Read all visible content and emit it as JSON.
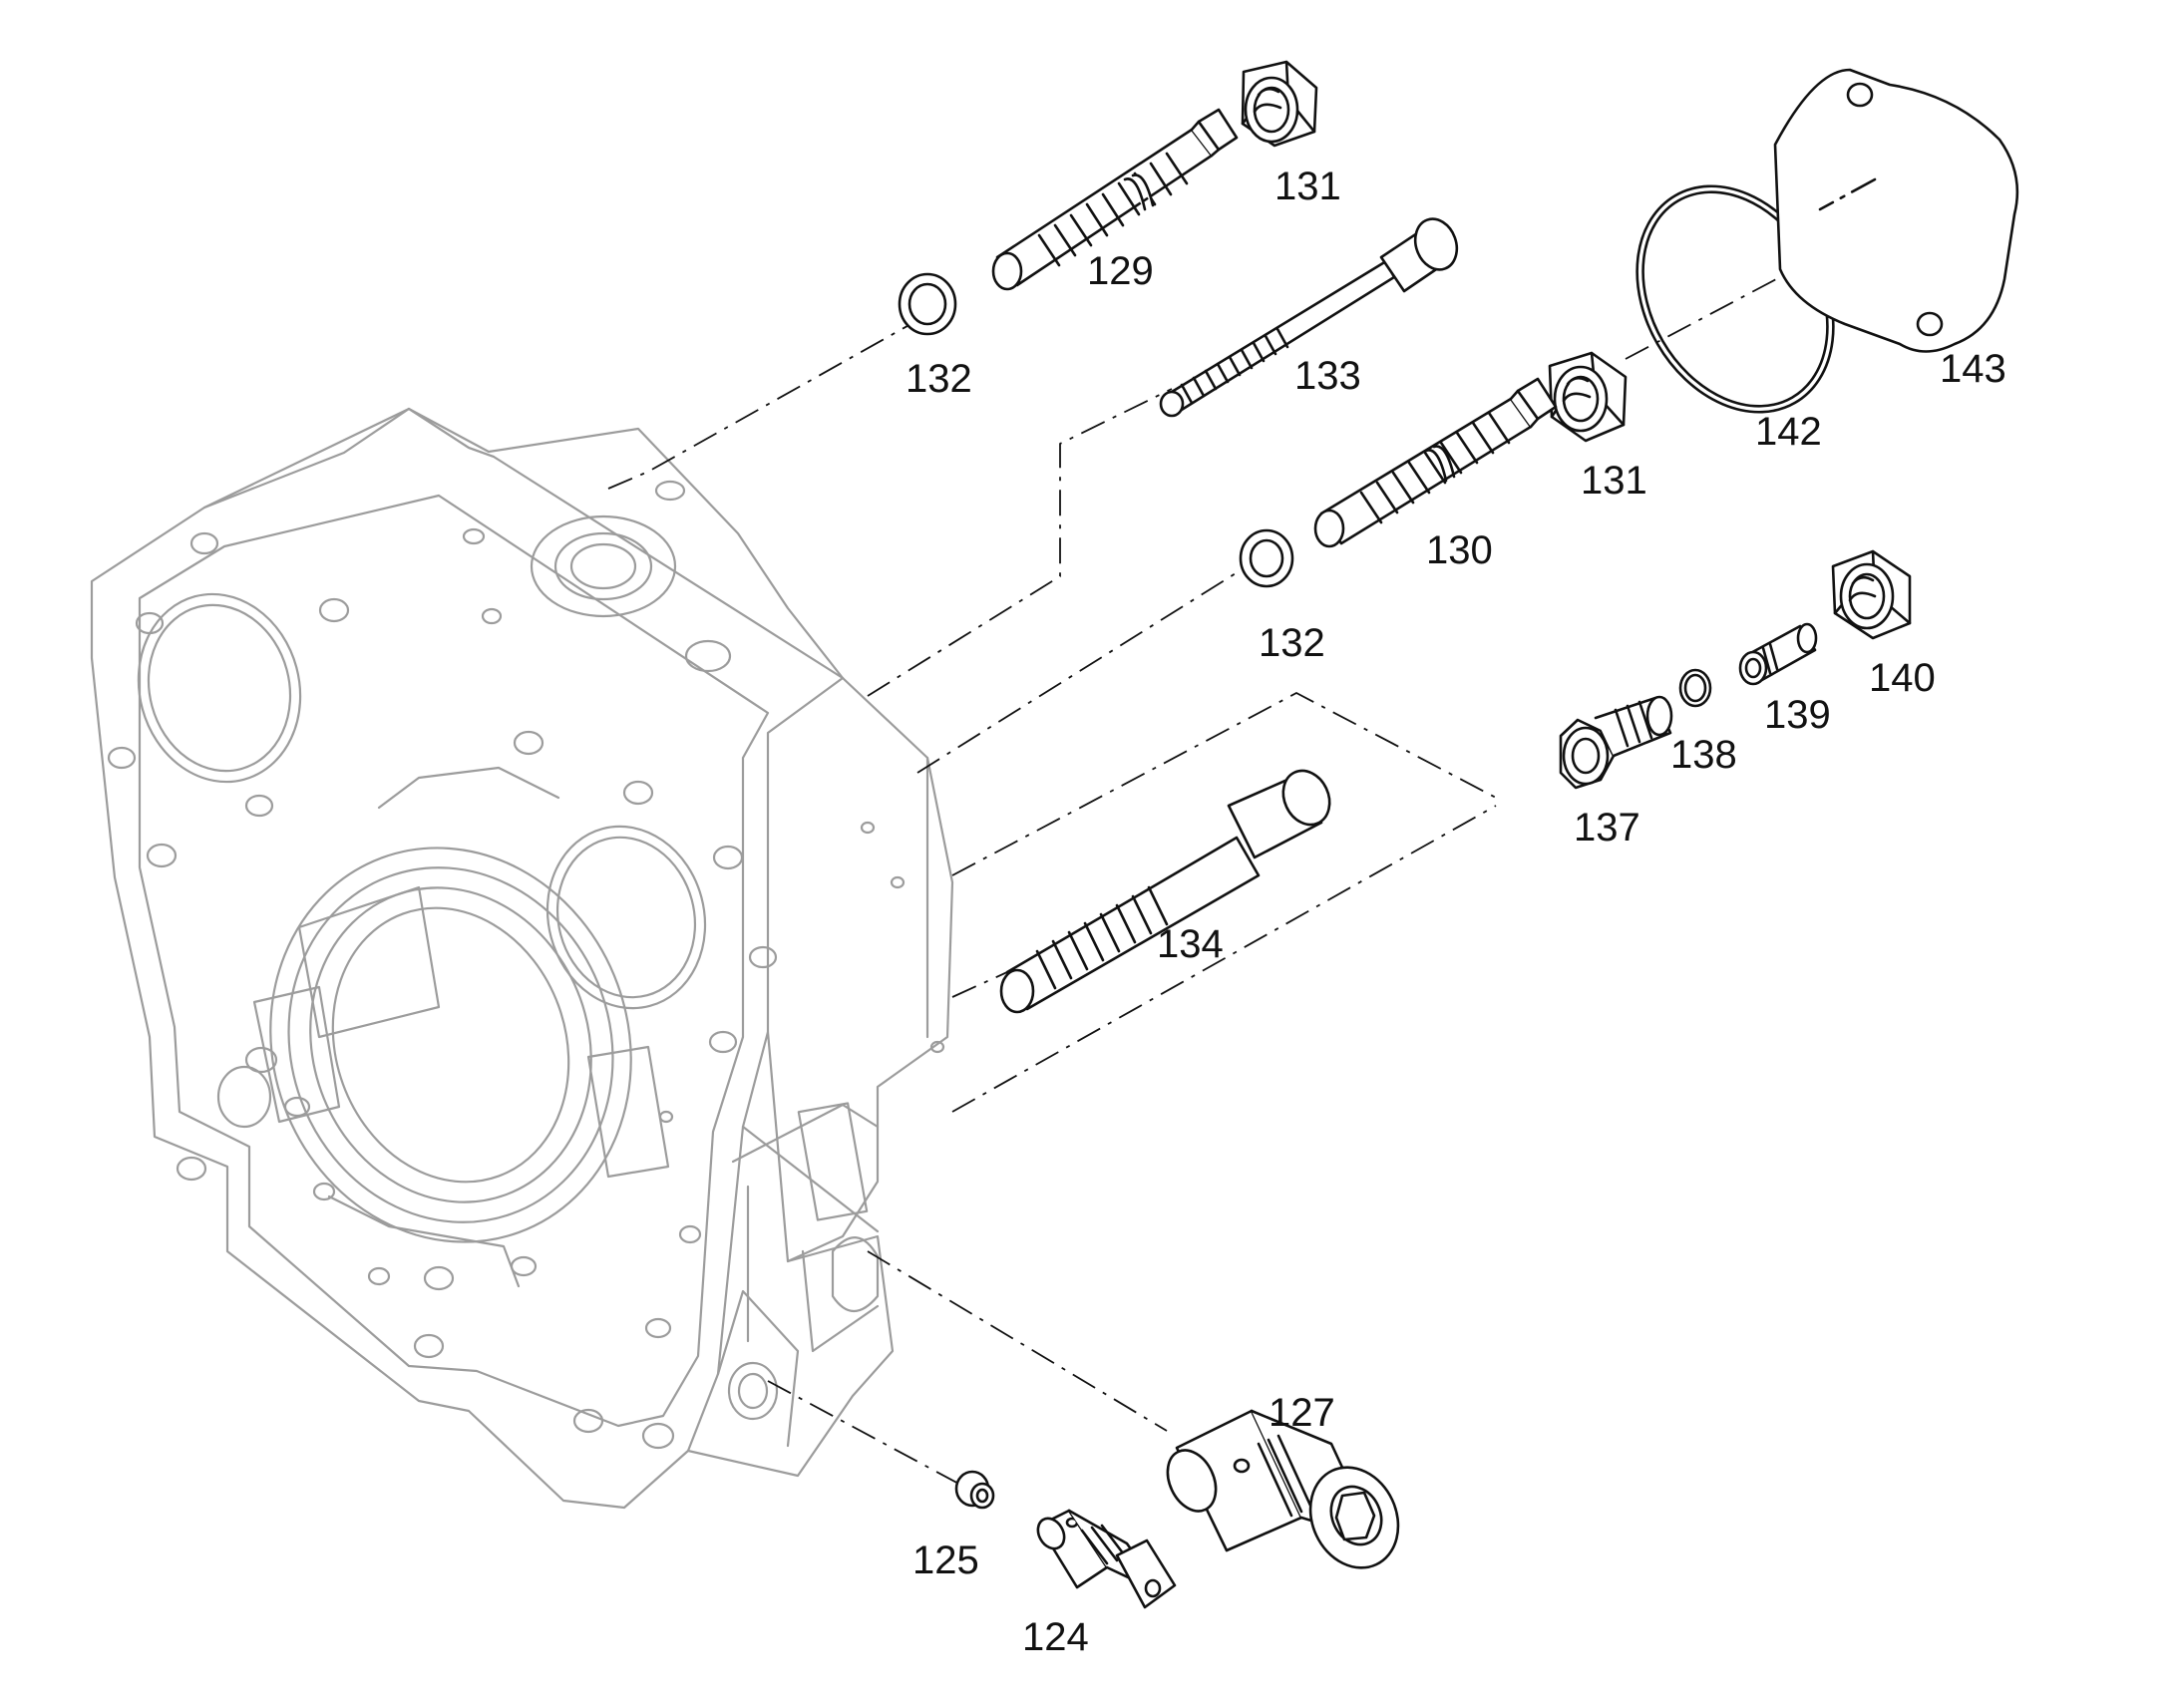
{
  "labels": {
    "p124": "124",
    "p125": "125",
    "p127": "127",
    "p129": "129",
    "p130": "130",
    "p131a": "131",
    "p131b": "131",
    "p132a": "132",
    "p132b": "132",
    "p133": "133",
    "p134": "134",
    "p137": "137",
    "p138": "138",
    "p139": "139",
    "p140": "140",
    "p142": "142",
    "p143": "143"
  }
}
